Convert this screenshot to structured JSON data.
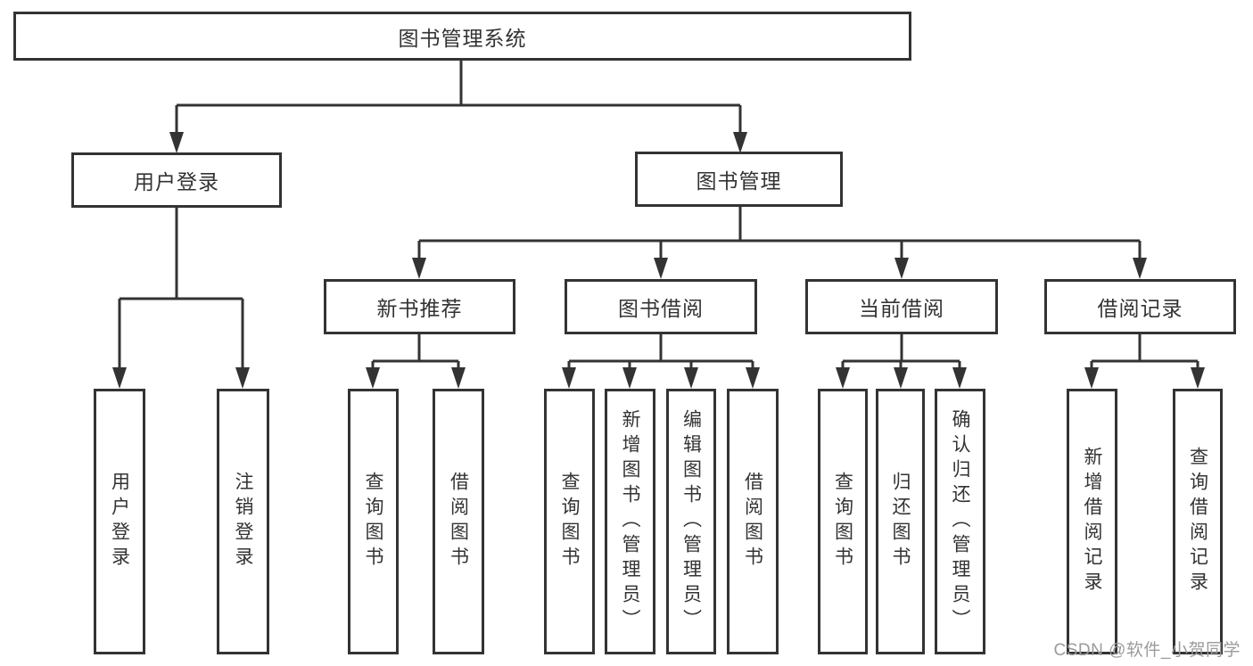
{
  "tree": {
    "root": "图书管理系统",
    "branches": [
      {
        "label": "用户登录",
        "children": [
          "用户登录",
          "注销登录"
        ]
      },
      {
        "label": "图书管理",
        "sections": [
          {
            "label": "新书推荐",
            "children": [
              "查询图书",
              "借阅图书"
            ]
          },
          {
            "label": "图书借阅",
            "children": [
              "查询图书",
              "新增图书（管理员）",
              "编辑图书（管理员）",
              "借阅图书"
            ]
          },
          {
            "label": "当前借阅",
            "children": [
              "查询图书",
              "归还图书",
              "确认归还（管理员）"
            ]
          },
          {
            "label": "借阅记录",
            "children": [
              "新增借阅记录",
              "查询借阅记录"
            ]
          }
        ]
      }
    ]
  },
  "watermark": "CSDN @软件_小贺同学",
  "colors": {
    "line": "#333333",
    "text": "#333333",
    "background": "#ffffff",
    "watermark": "#9b9b9b"
  }
}
